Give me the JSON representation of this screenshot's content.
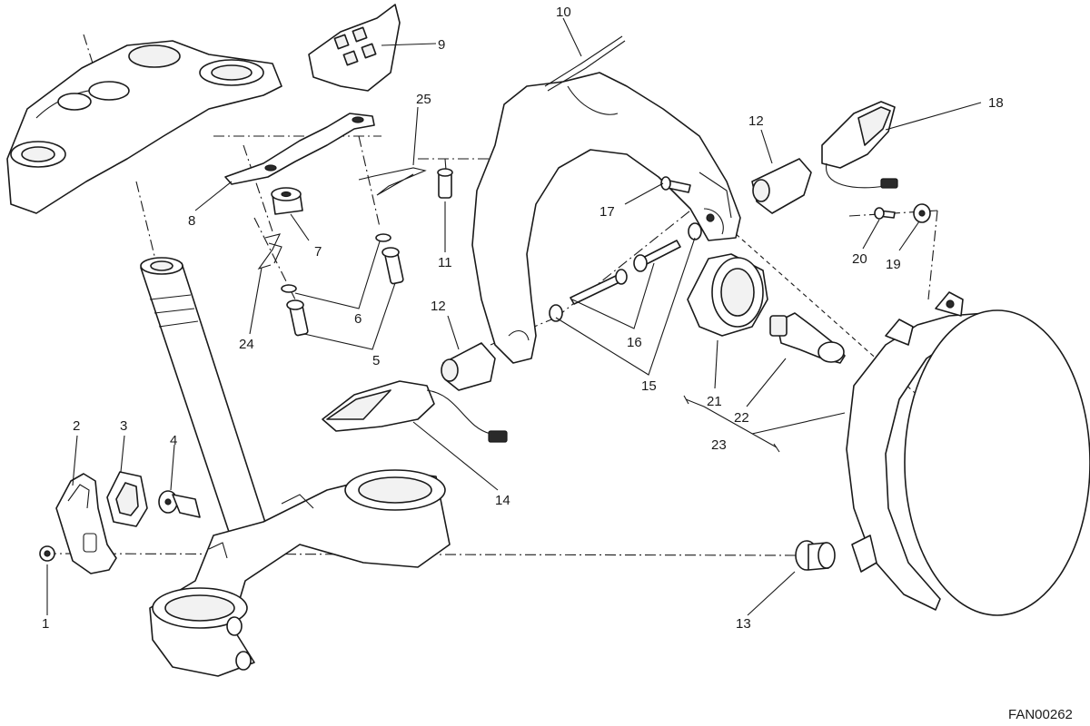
{
  "callouts": [
    "1",
    "2",
    "3",
    "4",
    "5",
    "6",
    "7",
    "8",
    "9",
    "10",
    "11",
    "12",
    "12",
    "13",
    "14",
    "15",
    "16",
    "17",
    "18",
    "19",
    "20",
    "21",
    "22",
    "23",
    "24",
    "25"
  ],
  "drawing_code": "FAN00262"
}
